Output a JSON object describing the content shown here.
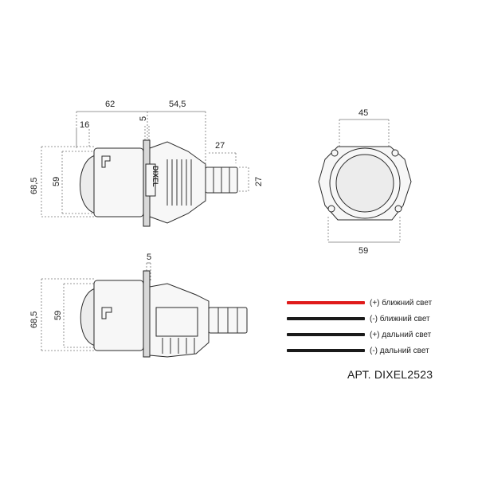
{
  "dimensions": {
    "side_total_length": "62",
    "side_rear_length": "54,5",
    "side_lens_offset": "16",
    "side_flange": "5",
    "side_height_outer": "68,5",
    "side_height_lens": "59",
    "connector_width": "27",
    "connector_height": "27",
    "front_top_width": "45",
    "front_bottom_width": "59",
    "flange_thickness": "5",
    "bottom_height_outer": "68,5",
    "bottom_height_lens": "59"
  },
  "module_brand": "DIXEL",
  "legend": [
    {
      "label": "(+) ближний свет",
      "color": "#e01b1b"
    },
    {
      "label": "(-) ближний свет",
      "color": "#1a1a1a"
    },
    {
      "label": "(+) дальний свет",
      "color": "#1a1a1a"
    },
    {
      "label": "(-) дальний свет",
      "color": "#1a1a1a"
    }
  ],
  "article": "АРТ. DIXEL2523"
}
